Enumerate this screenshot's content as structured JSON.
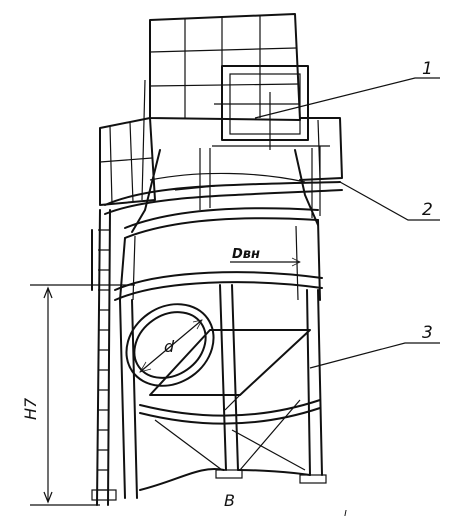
{
  "labels": {
    "callout_1": "1",
    "callout_2": "2",
    "callout_3": "3",
    "inner_diameter": "Dвн",
    "inlet_diameter": "d",
    "height": "H7",
    "width": "B",
    "corner_mark": "ı"
  },
  "colors": {
    "ink": "#111111",
    "paper": "#ffffff"
  }
}
